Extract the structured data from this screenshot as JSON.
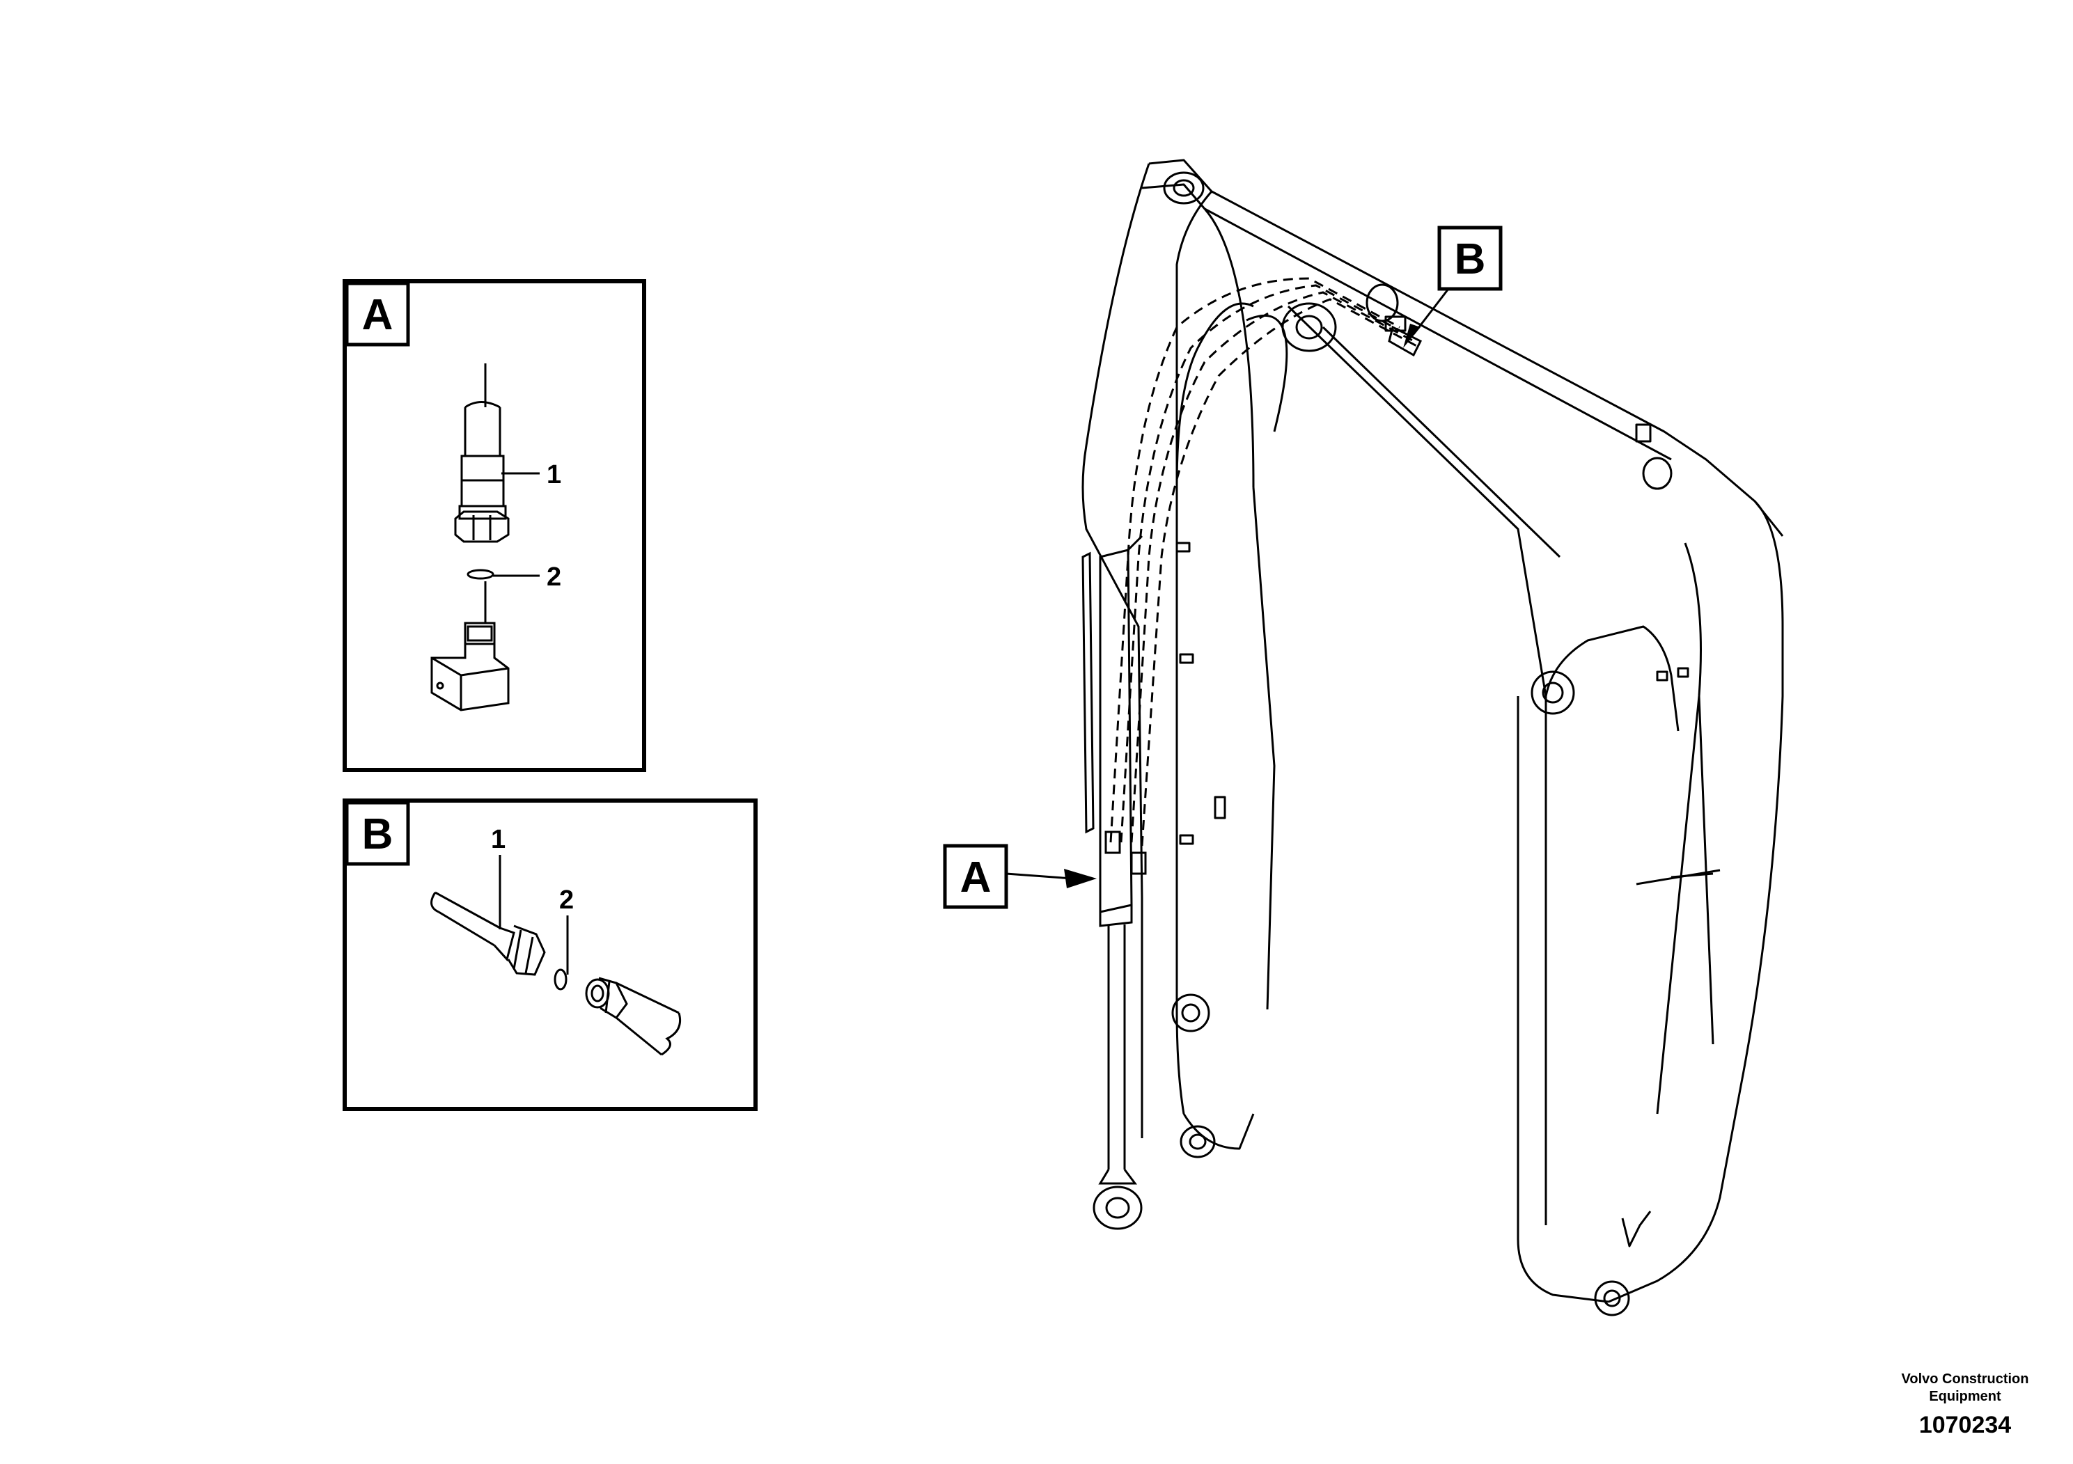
{
  "detail_a": {
    "letter": "A",
    "callouts": [
      "1",
      "2"
    ]
  },
  "detail_b": {
    "letter": "B",
    "callouts": [
      "1",
      "2"
    ]
  },
  "main_view": {
    "callout_a": "A",
    "callout_b": "B"
  },
  "footer": {
    "company_line1": "Volvo Construction",
    "company_line2": "Equipment",
    "drawing_number": "1070234"
  },
  "colors": {
    "line": "#000000",
    "background": "#ffffff"
  }
}
